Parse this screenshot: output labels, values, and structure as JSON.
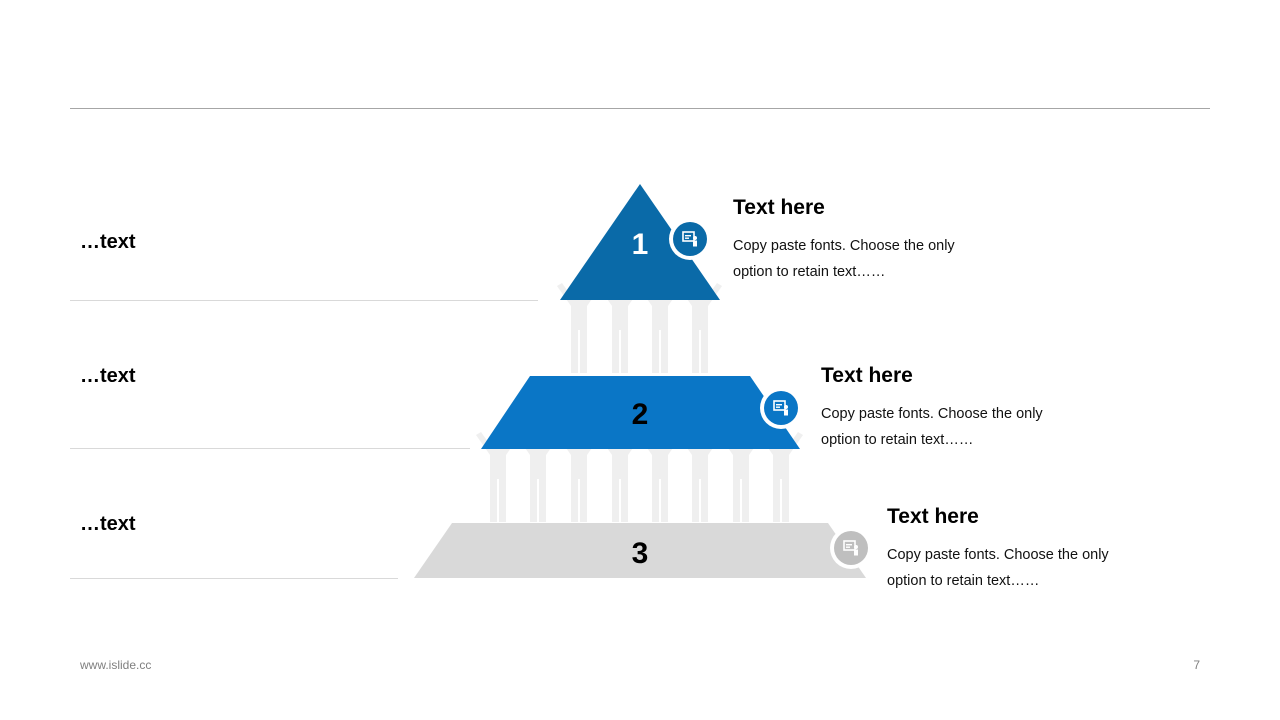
{
  "levels": [
    {
      "number": "1",
      "left_label": "…text",
      "title": "Text here",
      "body": "Copy paste fonts. Choose the only option to retain text……",
      "color": "#0a6aa8",
      "badge_color": "#0a6aa8",
      "icon": "presentation-icon"
    },
    {
      "number": "2",
      "left_label": "…text",
      "title": "Text here",
      "body": "Copy paste fonts. Choose the only option to retain text……",
      "color": "#0a76c6",
      "badge_color": "#0a76c6",
      "icon": "presentation-icon"
    },
    {
      "number": "3",
      "left_label": "…text",
      "title": "Text here",
      "body": "Copy paste fonts. Choose the only option to retain text……",
      "color": "#d9d9d9",
      "badge_color": "#bfbfbf",
      "icon": "presentation-icon"
    }
  ],
  "footer": {
    "website": "www.islide.cc",
    "page_number": "7"
  }
}
